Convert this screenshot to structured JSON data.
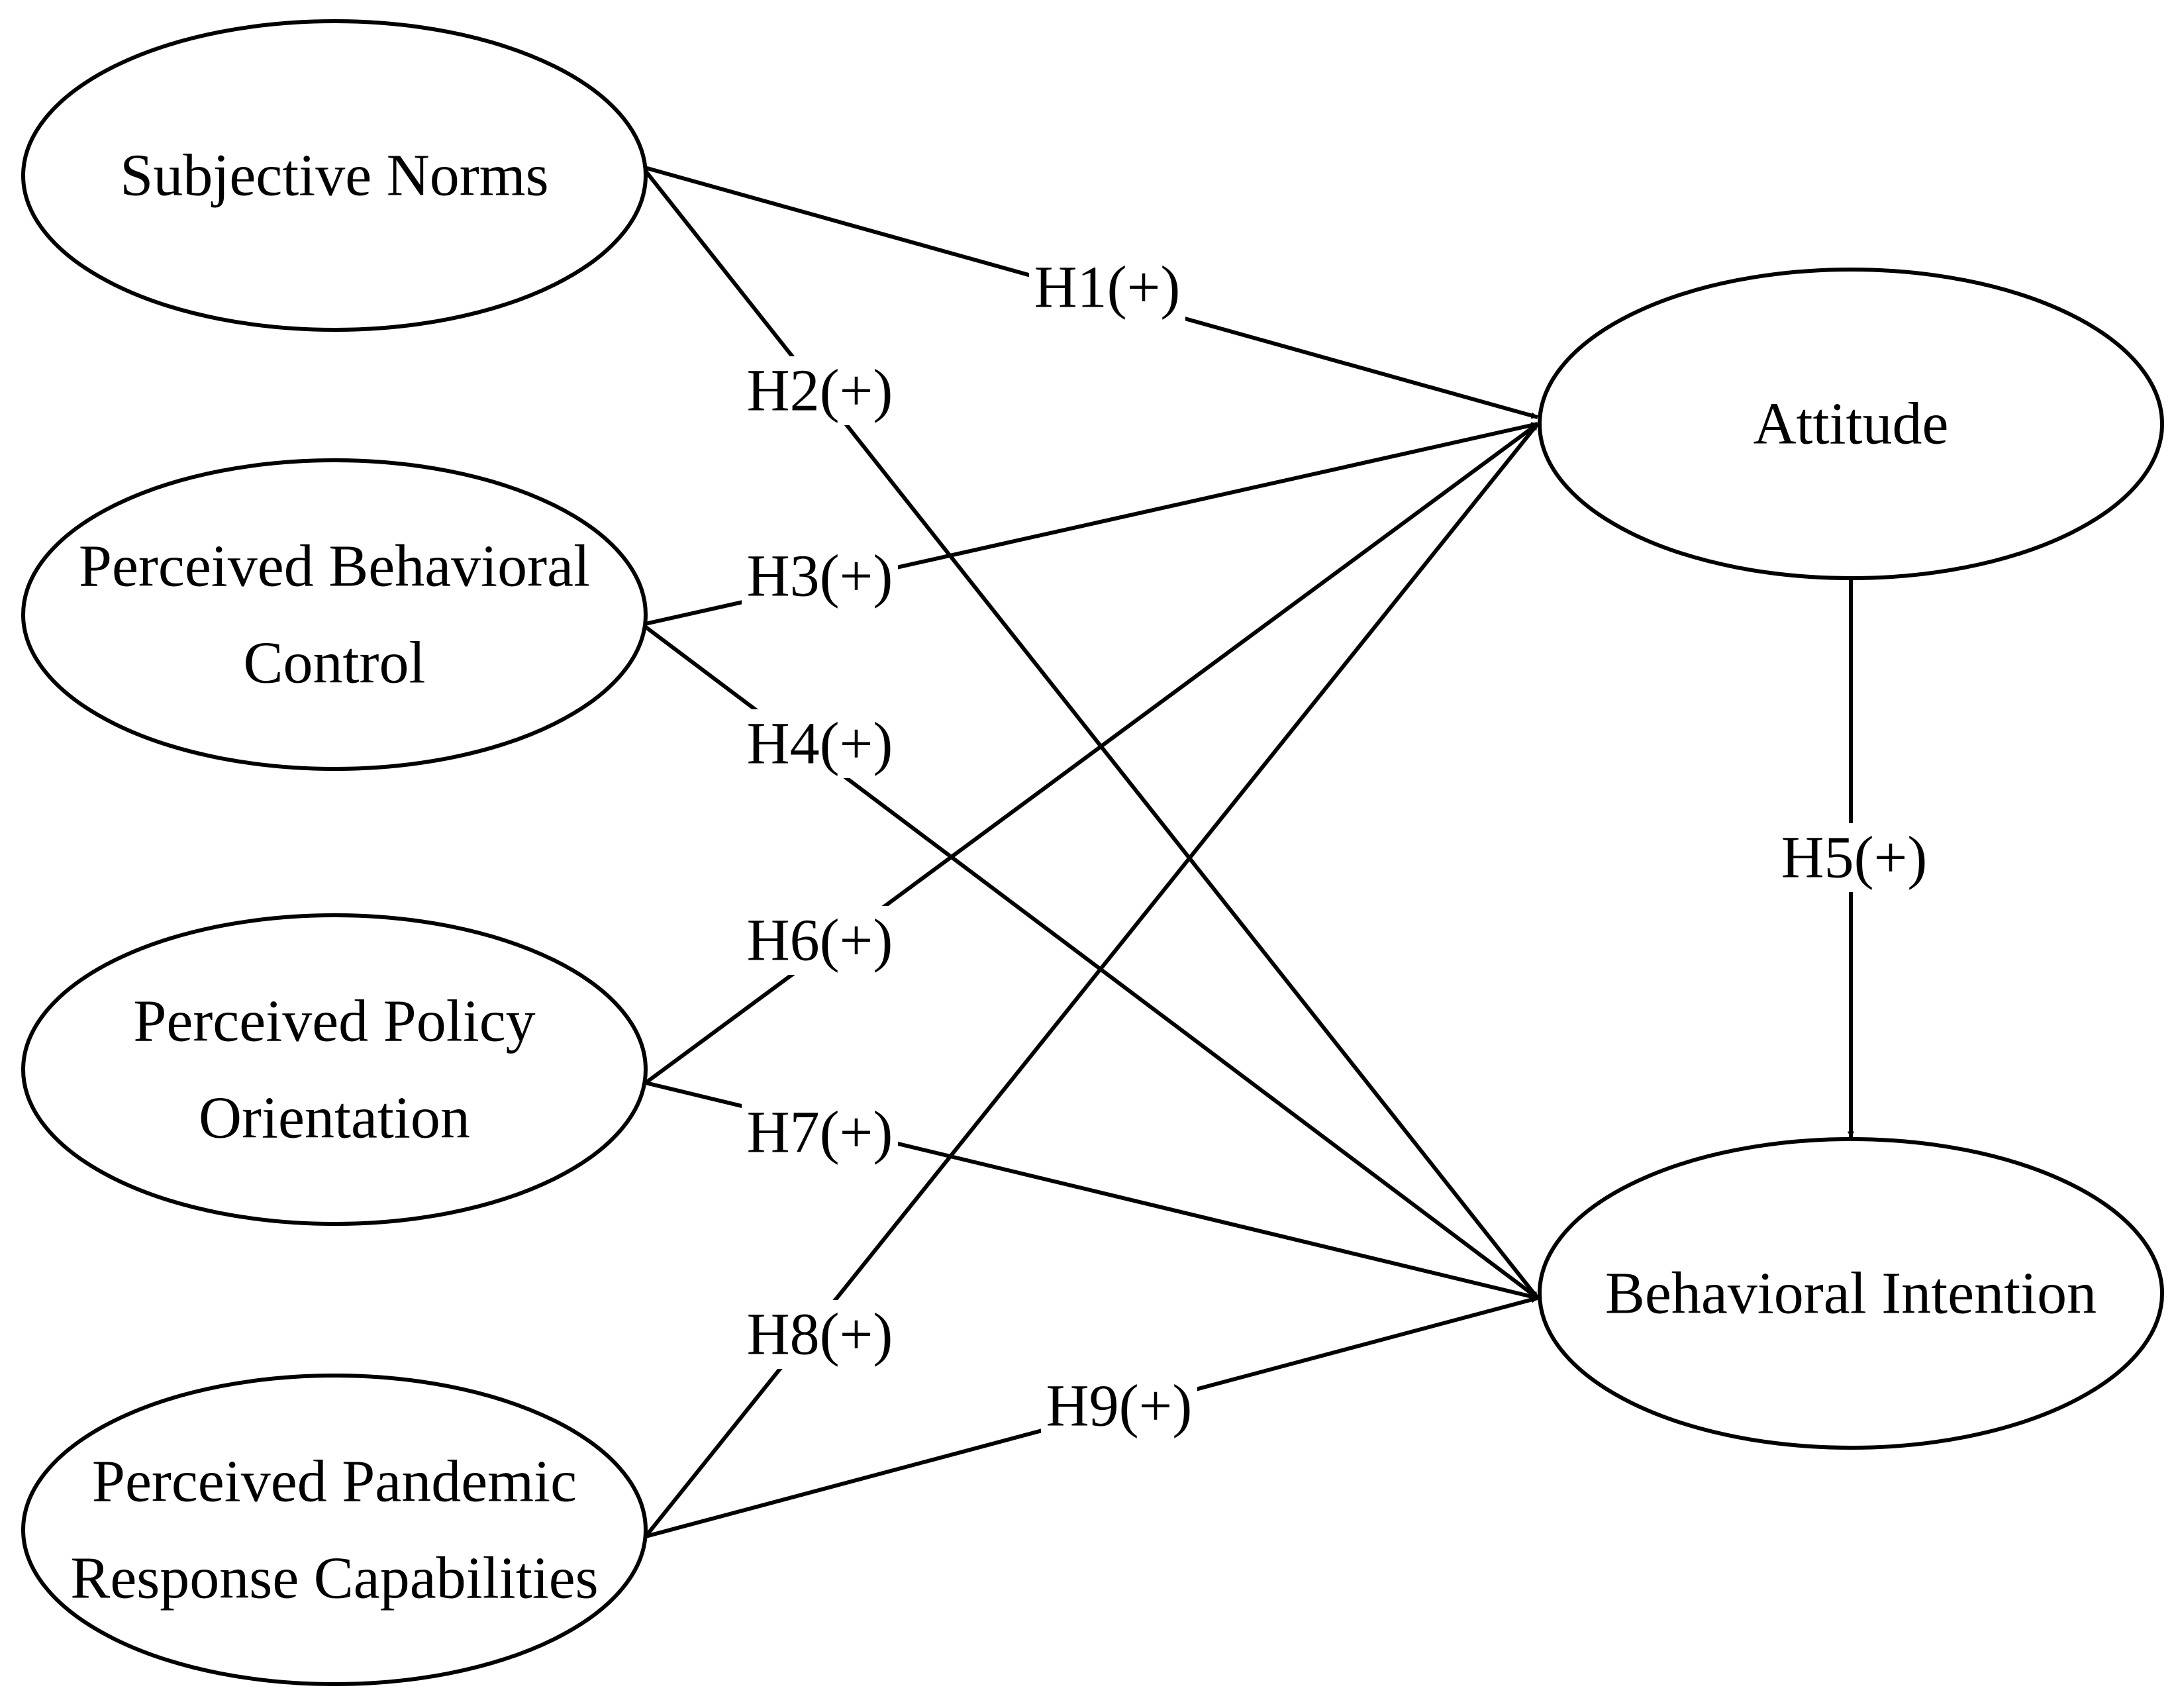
{
  "diagram": {
    "nodes": [
      {
        "id": "subjective_norms",
        "lines": [
          "Subjective Norms"
        ]
      },
      {
        "id": "perceived_behavioral_control",
        "lines": [
          "Perceived Behavioral",
          "Control"
        ]
      },
      {
        "id": "perceived_policy_orientation",
        "lines": [
          "Perceived Policy",
          "Orientation"
        ]
      },
      {
        "id": "perceived_pandemic_response",
        "lines": [
          "Perceived Pandemic",
          "Response Capabilities"
        ]
      },
      {
        "id": "attitude",
        "lines": [
          "Attitude"
        ]
      },
      {
        "id": "behavioral_intention",
        "lines": [
          "Behavioral Intention"
        ]
      }
    ],
    "edges": [
      {
        "id": "h1",
        "from": "subjective_norms",
        "to": "attitude",
        "label": "H1(+)"
      },
      {
        "id": "h2",
        "from": "subjective_norms",
        "to": "behavioral_intention",
        "label": "H2(+)"
      },
      {
        "id": "h3",
        "from": "perceived_behavioral_control",
        "to": "attitude",
        "label": "H3(+)"
      },
      {
        "id": "h4",
        "from": "perceived_behavioral_control",
        "to": "behavioral_intention",
        "label": "H4(+)"
      },
      {
        "id": "h5",
        "from": "attitude",
        "to": "behavioral_intention",
        "label": "H5(+)"
      },
      {
        "id": "h6",
        "from": "perceived_policy_orientation",
        "to": "attitude",
        "label": "H6(+)"
      },
      {
        "id": "h7",
        "from": "perceived_policy_orientation",
        "to": "behavioral_intention",
        "label": "H7(+)"
      },
      {
        "id": "h8",
        "from": "perceived_pandemic_response",
        "to": "attitude",
        "label": "H8(+)"
      },
      {
        "id": "h9",
        "from": "perceived_pandemic_response",
        "to": "behavioral_intention",
        "label": "H9(+)"
      }
    ]
  }
}
